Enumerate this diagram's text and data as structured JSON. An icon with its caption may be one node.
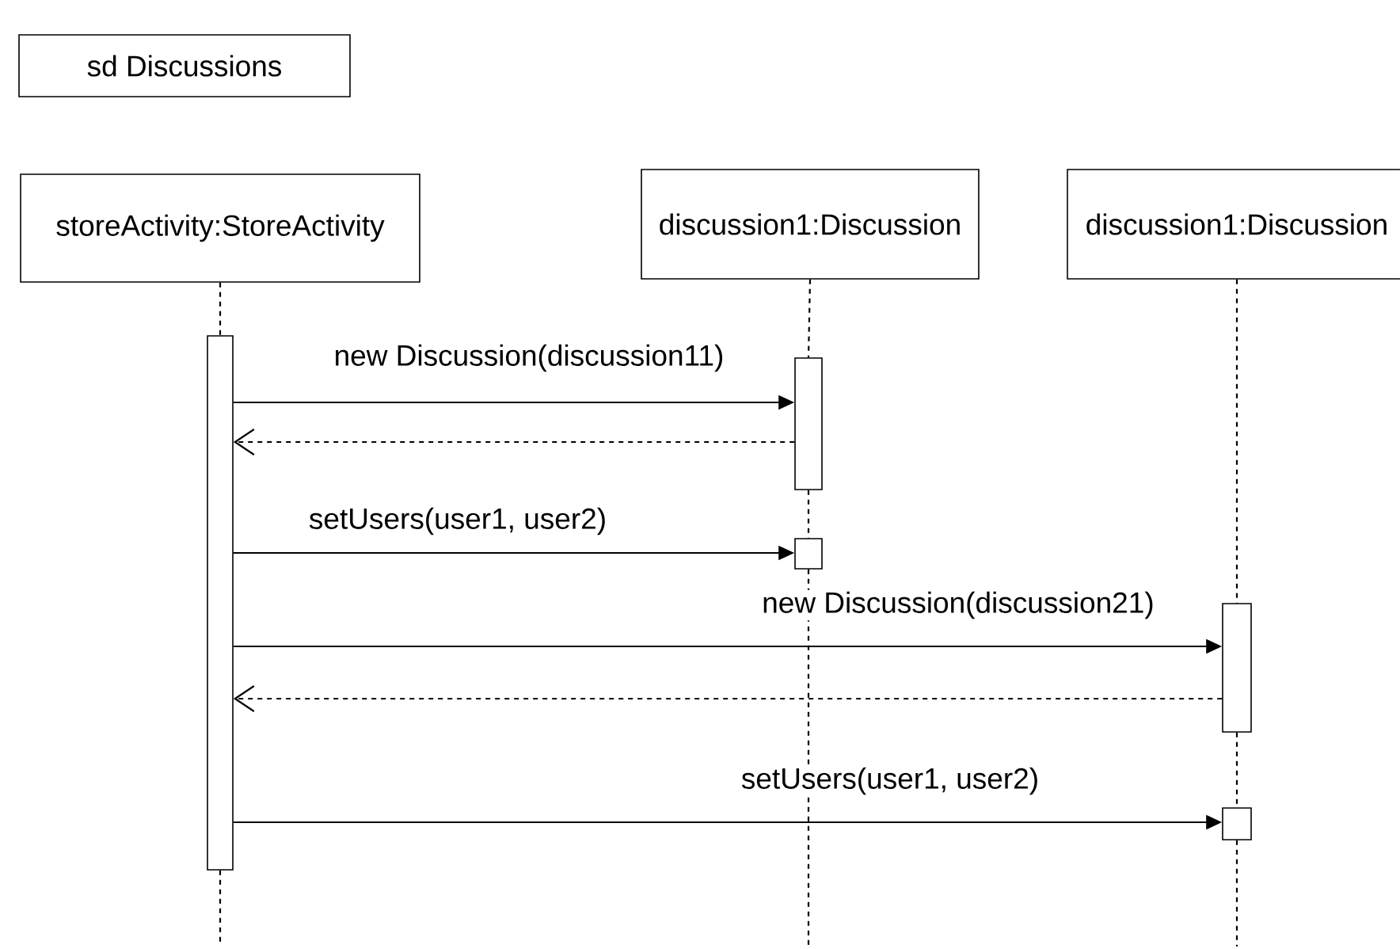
{
  "diagram": {
    "nodes": [
      {
        "text": [
          "sd Discussions"
        ]
      },
      {
        "text": [
          "storeActivity:StoreActivity"
        ]
      },
      {
        "text": [
          "discussion1:Discussion"
        ]
      },
      {
        "text": [
          "discussion1:Discussion"
        ]
      },
      {
        "text": [],
        "shape": "bar"
      },
      {
        "text": [],
        "shape": "bar"
      },
      {
        "text": [],
        "shape": "bar"
      },
      {
        "text": [],
        "shape": "bar"
      },
      {
        "text": [],
        "shape": "bar"
      }
    ],
    "edges": [
      {
        "from": 1,
        "to": 4,
        "arrow": "none",
        "style": "dashed"
      },
      {
        "from": 2,
        "to": 5,
        "arrow": "none",
        "style": "dashed"
      },
      {
        "from": 5,
        "to": 6,
        "arrow": "none",
        "style": "dashed"
      },
      {
        "from": 3,
        "to": 7,
        "arrow": "none",
        "style": "dashed"
      },
      {
        "from": 7,
        "to": 8,
        "arrow": "none",
        "style": "dashed"
      },
      {
        "from": 4,
        "to": 5,
        "arrow": "to",
        "label": "new Discussion(discussion11)"
      },
      {
        "from": 5,
        "to": 4,
        "arrow": "to",
        "style": "dashed"
      },
      {
        "from": 4,
        "to": 6,
        "arrow": "to",
        "label": "setUsers(user1, user2)"
      },
      {
        "from": 4,
        "to": 7,
        "arrow": "to",
        "label": "new Discussion(discussion21)"
      },
      {
        "from": 7,
        "to": 4,
        "arrow": "to",
        "style": "dashed"
      },
      {
        "from": 4,
        "to": 8,
        "arrow": "to",
        "label": "setUsers(user1, user2)"
      }
    ]
  }
}
